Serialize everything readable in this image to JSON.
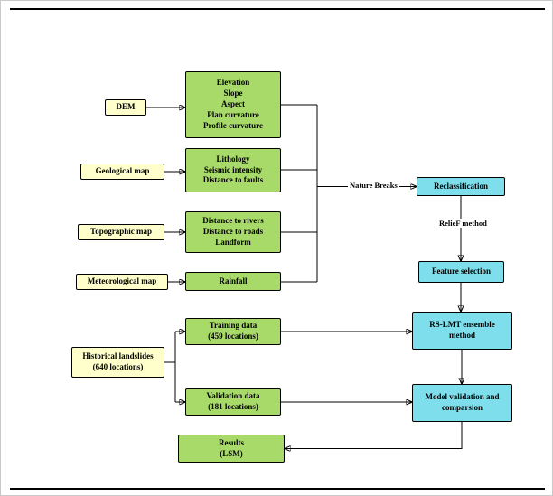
{
  "colors": {
    "input_box": "#FFFFCC",
    "factor_box": "#A8DA6A",
    "process_box": "#7FDEEB",
    "line": "#000000",
    "background": "#FFFFFF"
  },
  "nodes": {
    "dem": {
      "label": "DEM"
    },
    "geological": {
      "label": "Geological map"
    },
    "topographic": {
      "label": "Topographic map"
    },
    "meteorological": {
      "label": "Meteorological map"
    },
    "historical": {
      "label": "Historical landslides\n(640 locations)"
    },
    "terrain": {
      "label": "Elevation\nSlope\nAspect\nPlan curvature\nProfile curvature"
    },
    "geo_factors": {
      "label": "Lithology\nSeismic intensity\nDistance to faults"
    },
    "topo_factors": {
      "label": "Distance to rivers\nDistance to roads\nLandform"
    },
    "rainfall": {
      "label": "Rainfall"
    },
    "training": {
      "label": "Training data\n(459 locations)"
    },
    "validation": {
      "label": "Validation data\n(181 locations)"
    },
    "results": {
      "label": "Results\n(LSM)"
    },
    "reclassification": {
      "label": "Reclassification"
    },
    "feature_selection": {
      "label": "Feature selection"
    },
    "rslmt": {
      "label": "RS-LMT ensemble\nmethod"
    },
    "model_validation": {
      "label": "Model validation and\ncomparsion"
    }
  },
  "edge_labels": {
    "nature_breaks": "Nature Breaks",
    "relief_method": "RelieF method"
  }
}
